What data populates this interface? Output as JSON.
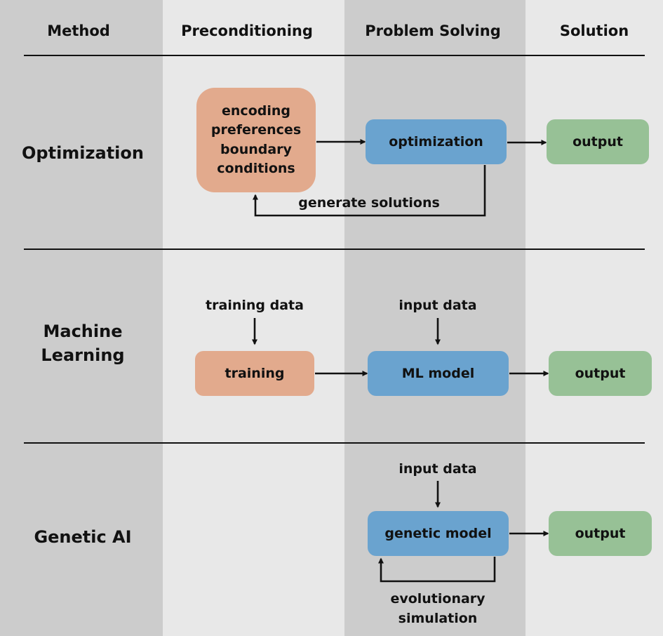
{
  "headers": {
    "method": "Method",
    "preconditioning": "Preconditioning",
    "problem_solving": "Problem Solving",
    "solution": "Solution"
  },
  "colors": {
    "column_dark": "#cccccc",
    "column_light": "#e8e8e8",
    "preconditioning_box": "#e2aa8d",
    "model_box": "#6aa3cf",
    "output_box": "#97c196"
  },
  "rows": {
    "optimization": {
      "label": "Optimization",
      "precondition_box": [
        "encoding",
        "preferences",
        "boundary",
        "conditions"
      ],
      "model_box": "optimization",
      "output_box": "output",
      "loop_label": "generate solutions"
    },
    "machine_learning": {
      "label_line1": "Machine",
      "label_line2": "Learning",
      "training_data": "training data",
      "training_box": "training",
      "input_data": "input data",
      "model_box": "ML model",
      "output_box": "output"
    },
    "genetic_ai": {
      "label": "Genetic AI",
      "input_data": "input data",
      "model_box": "genetic model",
      "output_box": "output",
      "loop_label_line1": "evolutionary",
      "loop_label_line2": "simulation"
    }
  }
}
